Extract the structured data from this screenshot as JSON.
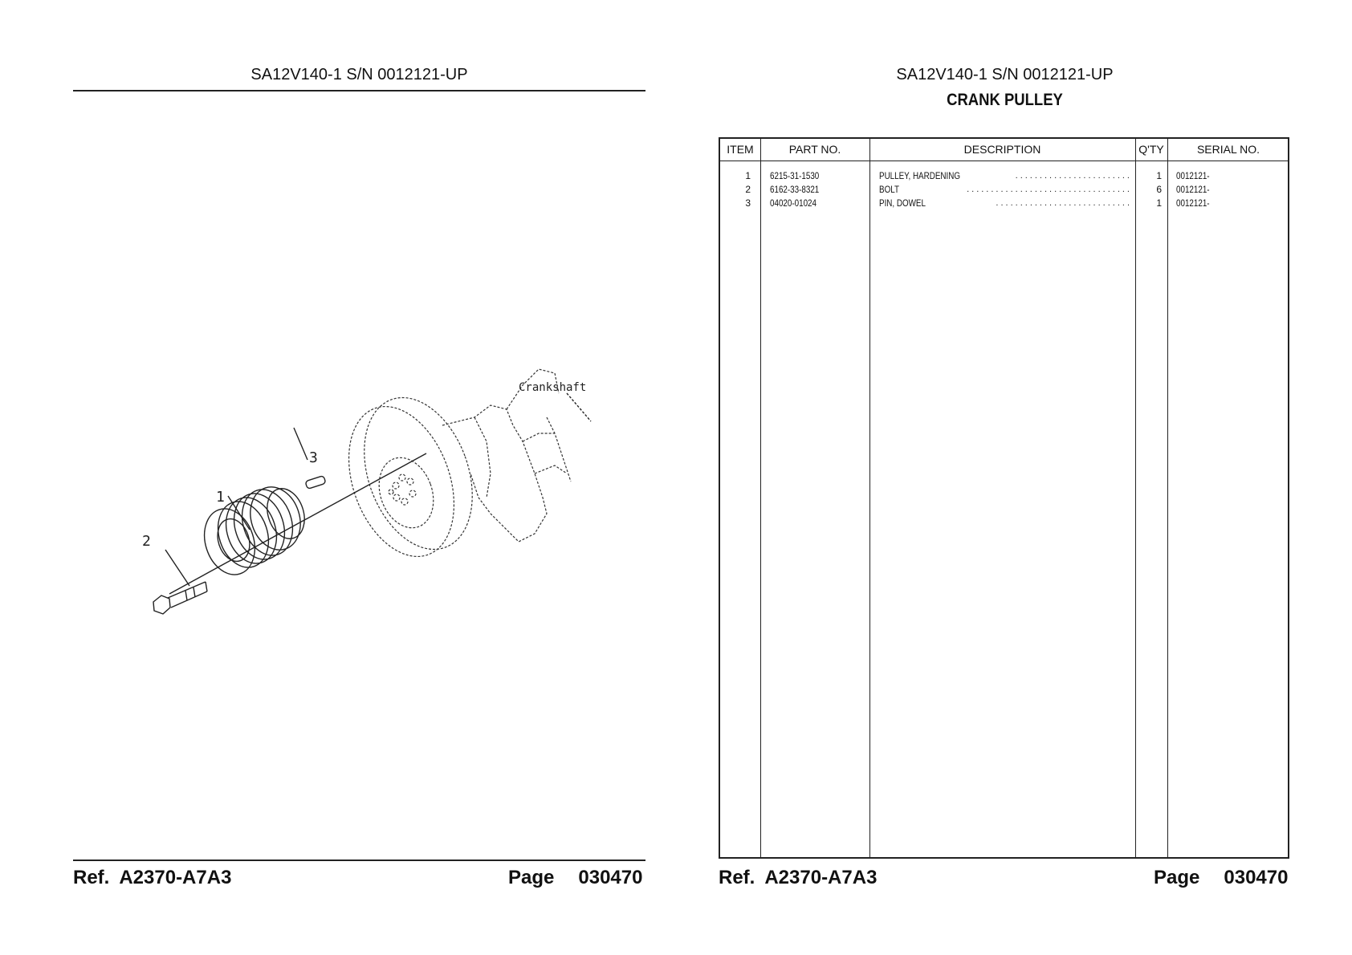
{
  "left_page": {
    "header_title": "SA12V140-1 S/N 0012121-UP",
    "diagram": {
      "crankshaft_label": "Crankshaft",
      "callouts": [
        "1",
        "2",
        "3"
      ]
    },
    "footer": {
      "ref_label": "Ref.",
      "ref_value": "A2370-A7A3",
      "page_label": "Page",
      "page_value": "030470"
    }
  },
  "right_page": {
    "header_title": "SA12V140-1 S/N 0012121-UP",
    "section_title": "CRANK PULLEY",
    "table": {
      "headers": {
        "item": "ITEM",
        "part_no": "PART NO.",
        "description": "DESCRIPTION",
        "qty": "Q'TY",
        "serial_no": "SERIAL NO."
      },
      "rows": [
        {
          "item": "1",
          "part_no": "6215-31-1530",
          "description": "PULLEY, HARDENING",
          "qty": "1",
          "serial_no": "0012121-"
        },
        {
          "item": "2",
          "part_no": "6162-33-8321",
          "description": "BOLT",
          "qty": "6",
          "serial_no": "0012121-"
        },
        {
          "item": "3",
          "part_no": "04020-01024",
          "description": "PIN, DOWEL",
          "qty": "1",
          "serial_no": "0012121-"
        }
      ]
    },
    "footer": {
      "ref_label": "Ref.",
      "ref_value": "A2370-A7A3",
      "page_label": "Page",
      "page_value": "030470"
    }
  }
}
